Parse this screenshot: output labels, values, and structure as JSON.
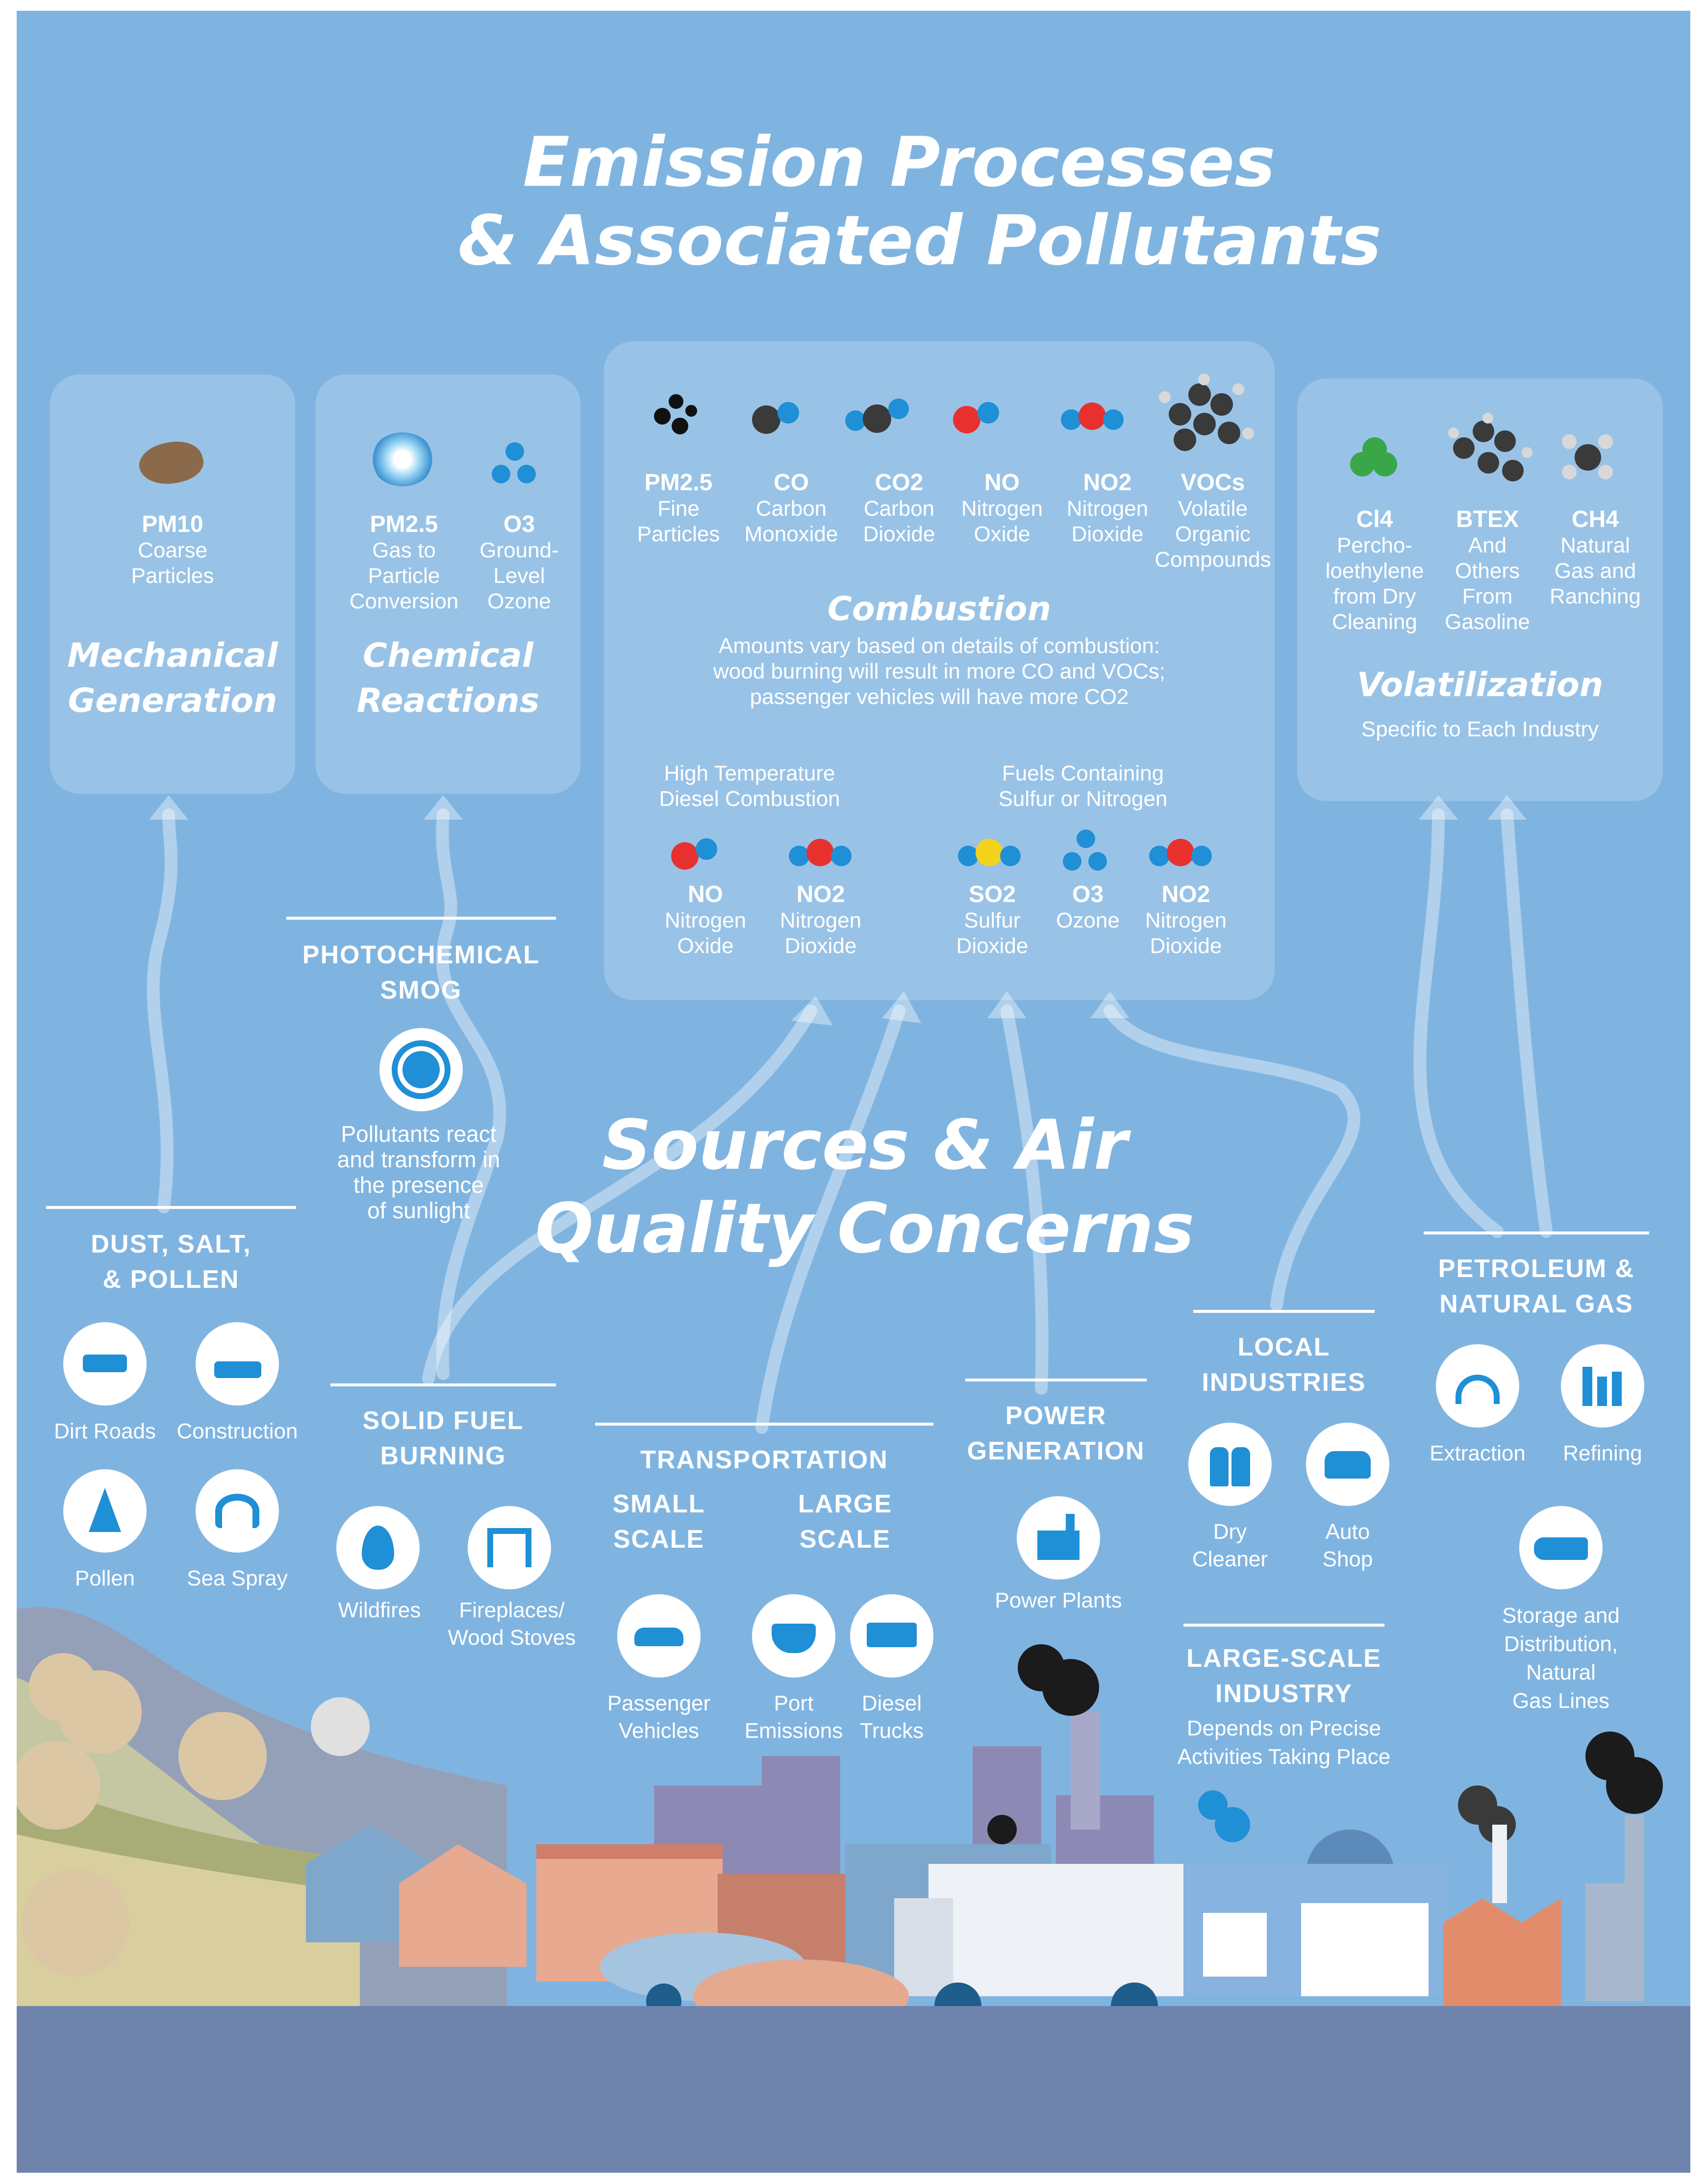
{
  "title": {
    "line1": "Emission Processes",
    "line2": "& Associated Pollutants"
  },
  "processes": {
    "mechanical": {
      "pollutants": [
        {
          "symbol": "PM10",
          "desc1": "Coarse",
          "desc2": "Particles"
        }
      ],
      "name1": "Mechanical",
      "name2": "Generation"
    },
    "chemical": {
      "pollutants": [
        {
          "symbol": "PM2.5",
          "desc1": "Gas to",
          "desc2": "Particle",
          "desc3": "Conversion"
        },
        {
          "symbol": "O3",
          "desc1": "Ground-",
          "desc2": "Level",
          "desc3": "Ozone"
        }
      ],
      "name1": "Chemical",
      "name2": "Reactions"
    },
    "combustion": {
      "pollutants": [
        {
          "symbol": "PM2.5",
          "desc1": "Fine",
          "desc2": "Particles"
        },
        {
          "symbol": "CO",
          "desc1": "Carbon",
          "desc2": "Monoxide"
        },
        {
          "symbol": "CO2",
          "desc1": "Carbon",
          "desc2": "Dioxide"
        },
        {
          "symbol": "NO",
          "desc1": "Nitrogen",
          "desc2": "Oxide"
        },
        {
          "symbol": "NO2",
          "desc1": "Nitrogen",
          "desc2": "Dioxide"
        },
        {
          "symbol": "VOCs",
          "desc1": "Volatile",
          "desc2": "Organic",
          "desc3": "Compounds"
        }
      ],
      "name": "Combustion",
      "note1": "Amounts vary based on details of combustion:",
      "note2": "wood burning will result in more CO and VOCs;",
      "note3": "passenger vehicles will have more CO2",
      "diesel": {
        "label1": "High Temperature",
        "label2": "Diesel Combustion",
        "pollutants": [
          {
            "symbol": "NO",
            "desc1": "Nitrogen",
            "desc2": "Oxide"
          },
          {
            "symbol": "NO2",
            "desc1": "Nitrogen",
            "desc2": "Dioxide"
          }
        ]
      },
      "sulfur": {
        "label1": "Fuels Containing",
        "label2": "Sulfur or Nitrogen",
        "pollutants": [
          {
            "symbol": "SO2",
            "desc1": "Sulfur",
            "desc2": "Dioxide"
          },
          {
            "symbol": "O3",
            "desc1": "Ozone"
          },
          {
            "symbol": "NO2",
            "desc1": "Nitrogen",
            "desc2": "Dioxide"
          }
        ]
      }
    },
    "volatilization": {
      "pollutants": [
        {
          "symbol": "Cl4",
          "desc1": "Percho-",
          "desc2": "loethylene",
          "desc3": "from Dry",
          "desc4": "Cleaning"
        },
        {
          "symbol": "BTEX",
          "desc1": "And",
          "desc2": "Others",
          "desc3": "From",
          "desc4": "Gasoline"
        },
        {
          "symbol": "CH4",
          "desc1": "Natural",
          "desc2": "Gas and",
          "desc3": "Ranching"
        }
      ],
      "name": "Volatilization",
      "note": "Specific to Each Industry"
    }
  },
  "smog": {
    "head1": "PHOTOCHEMICAL",
    "head2": "SMOG",
    "desc1": "Pollutants react",
    "desc2": "and transform in",
    "desc3": "the presence",
    "desc4": "of sunlight"
  },
  "sources_title": {
    "line1": "Sources & Air",
    "line2": "Quality Concerns"
  },
  "sources": {
    "dust": {
      "head1": "DUST, SALT,",
      "head2": "& POLLEN",
      "items": [
        "Dirt Roads",
        "Construction",
        "Pollen",
        "Sea Spray"
      ]
    },
    "solid_fuel": {
      "head1": "SOLID FUEL",
      "head2": "BURNING",
      "items": [
        "Wildfires",
        "Fireplaces/",
        "Wood Stoves"
      ]
    },
    "transportation": {
      "head": "TRANSPORTATION",
      "small1": "SMALL",
      "small2": "SCALE",
      "large1": "LARGE",
      "large2": "SCALE",
      "items": [
        "Passenger",
        "Vehicles",
        "Port",
        "Emissions",
        "Diesel",
        "Trucks"
      ]
    },
    "power": {
      "head1": "POWER",
      "head2": "GENERATION",
      "item": "Power Plants"
    },
    "local": {
      "head1": "LOCAL",
      "head2": "INDUSTRIES",
      "items": [
        "Dry",
        "Cleaner",
        "Auto",
        "Shop"
      ]
    },
    "large_industry": {
      "head1": "LARGE-SCALE",
      "head2": "INDUSTRY",
      "desc1": "Depends on Precise",
      "desc2": "Activities Taking Place"
    },
    "petroleum": {
      "head1": "PETROLEUM &",
      "head2": "NATURAL GAS",
      "items": [
        "Extraction",
        "Refining"
      ],
      "storage1": "Storage and",
      "storage2": "Distribution,",
      "storage3": "Natural",
      "storage4": "Gas Lines"
    }
  },
  "colors": {
    "background": "#80b4e0",
    "panel": "rgba(255,255,255,0.2)",
    "icon_blue": "#1f8fd6",
    "red_atom": "#e8312f",
    "dark_atom": "#3a3a3a",
    "yellow_atom": "#f3d41b"
  }
}
